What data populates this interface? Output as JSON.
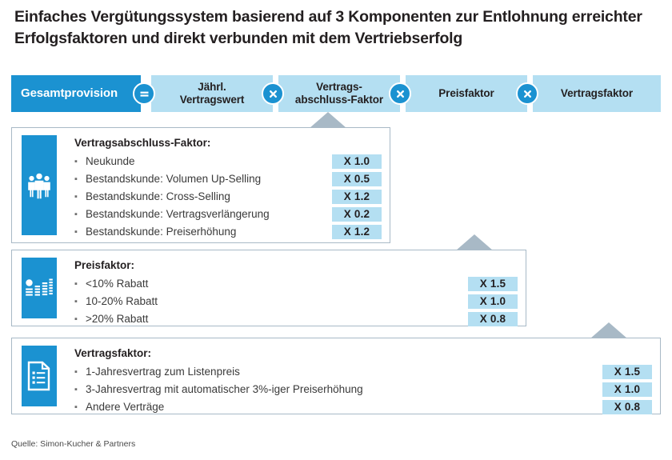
{
  "title": "Einfaches Vergütungssystem basierend auf 3 Komponenten zur Entlohnung erreichter Erfolgsfaktoren und direkt verbunden mit dem Vertriebserfolg",
  "colors": {
    "primary_blue": "#1b92d1",
    "light_blue": "#b4dff2",
    "border_grey": "#a8b9c6",
    "connector_grey": "#a8b9c6",
    "text": "#231f20"
  },
  "formula": {
    "terms": [
      {
        "id": "gesamtprovision",
        "label": "Gesamtprovision",
        "line1": "Gesamtprovision",
        "line2": "",
        "style": "primary"
      },
      {
        "id": "jaehrl-vertragswert",
        "label": "Jährl. Vertragswert",
        "line1": "Jährl.",
        "line2": "Vertragswert",
        "style": "light"
      },
      {
        "id": "vertragsabschluss-faktor",
        "label": "Vertrags-abschluss-Faktor",
        "line1": "Vertrags-",
        "line2": "abschluss-Faktor",
        "style": "light"
      },
      {
        "id": "preisfaktor",
        "label": "Preisfaktor",
        "line1": "Preisfaktor",
        "line2": "",
        "style": "light"
      },
      {
        "id": "vertragsfaktor",
        "label": "Vertragsfaktor",
        "line1": "Vertragsfaktor",
        "line2": "",
        "style": "light"
      }
    ],
    "operators": [
      {
        "id": "equals",
        "symbol": "=",
        "icon": "equals-icon"
      },
      {
        "id": "multiply-1",
        "symbol": "×",
        "icon": "multiply-icon"
      },
      {
        "id": "multiply-2",
        "symbol": "×",
        "icon": "multiply-icon"
      },
      {
        "id": "multiply-3",
        "symbol": "×",
        "icon": "multiply-icon"
      }
    ]
  },
  "panels": [
    {
      "id": "vertragsabschluss-faktor",
      "icon": "group-people-icon",
      "heading": "Vertragsabschluss-Faktor:",
      "bullet": "▪",
      "rows": [
        {
          "label": "Neukunde",
          "value": "X 1.0"
        },
        {
          "label": "Bestandskunde: Volumen Up-Selling",
          "value": "X 0.5"
        },
        {
          "label": "Bestandskunde: Cross-Selling",
          "value": "X 1.2"
        },
        {
          "label": "Bestandskunde: Vertragsverlängerung",
          "value": "X 0.2"
        },
        {
          "label": "Bestandskunde: Preiserhöhung",
          "value": "X 1.2"
        }
      ]
    },
    {
      "id": "preisfaktor",
      "icon": "bar-chart-icon",
      "heading": "Preisfaktor:",
      "bullet": "▪",
      "rows": [
        {
          "label": "<10% Rabatt",
          "value": "X 1.5"
        },
        {
          "label": "10-20% Rabatt",
          "value": "X 1.0"
        },
        {
          "label": ">20% Rabatt",
          "value": "X 0.8"
        }
      ]
    },
    {
      "id": "vertragsfaktor",
      "icon": "document-list-icon",
      "heading": "Vertragsfaktor:",
      "bullet": "▪",
      "rows": [
        {
          "label": "1-Jahresvertrag zum Listenpreis",
          "value": "X 1.5"
        },
        {
          "label": "3-Jahresvertrag mit automatischer 3%-iger Preiserhöhung",
          "value": "X 1.0"
        },
        {
          "label": "Andere Verträge",
          "value": "X 0.8"
        }
      ]
    }
  ],
  "source": "Quelle: Simon-Kucher & Partners"
}
